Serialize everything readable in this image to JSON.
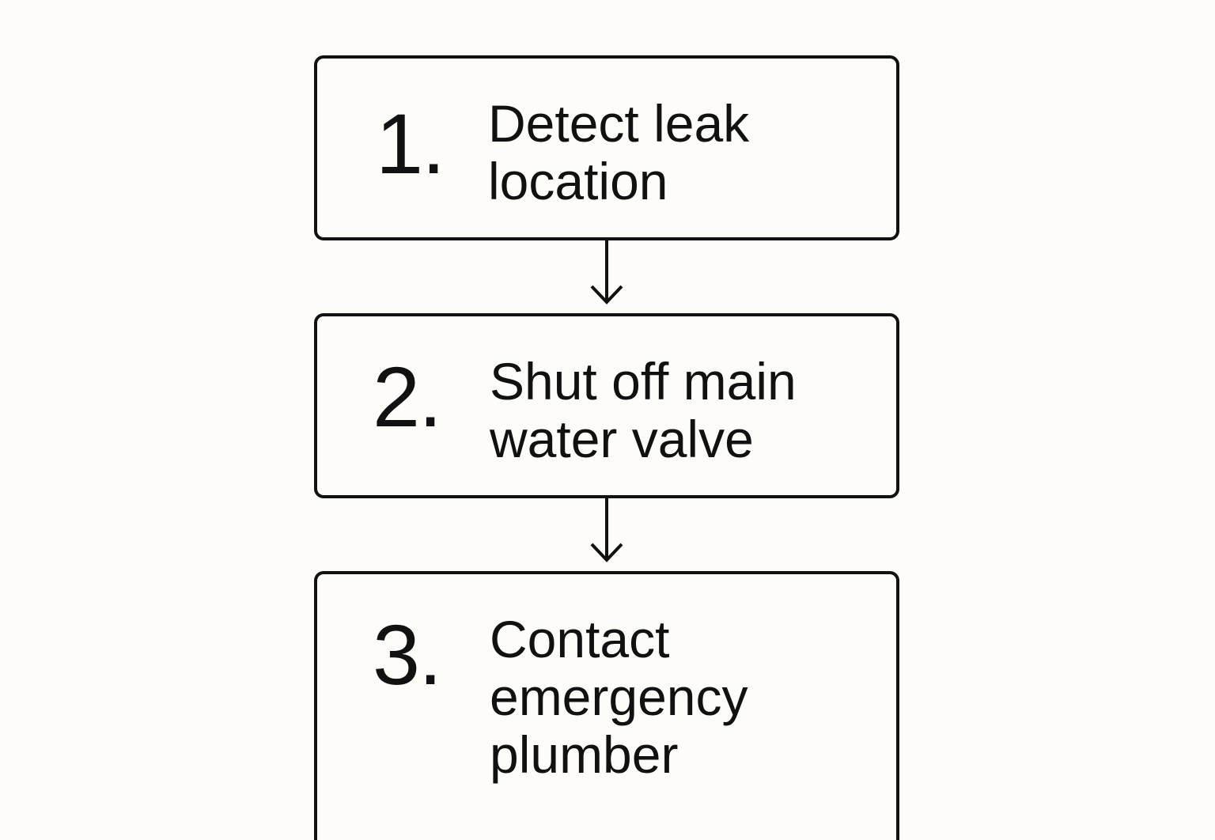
{
  "steps": [
    {
      "number": "1.",
      "text": "Detect leak\nlocation"
    },
    {
      "number": "2.",
      "text": "Shut off main\nwater valve"
    },
    {
      "number": "3.",
      "text": "Contact\nemergency\nplumber"
    }
  ],
  "colors": {
    "background": "#fdfcf8",
    "stroke": "#111111"
  }
}
